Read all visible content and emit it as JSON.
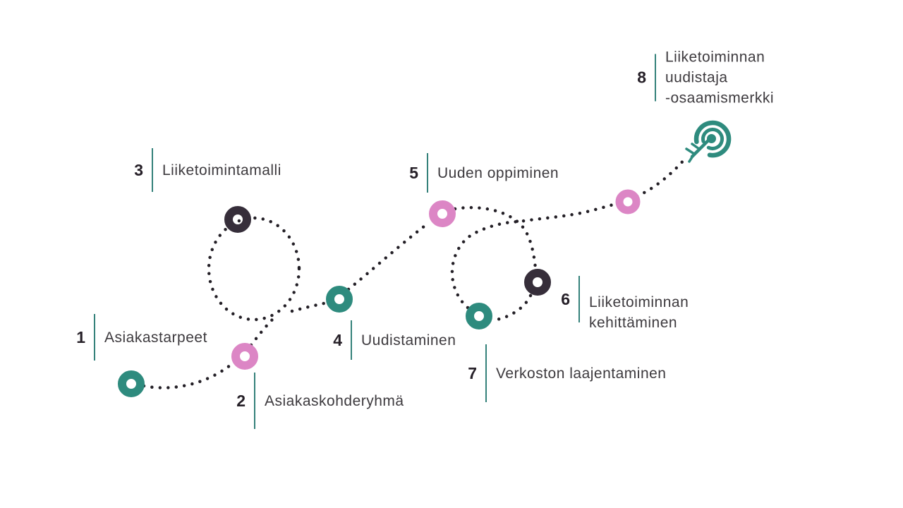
{
  "diagram": {
    "title_hint": "journey-path-diagram",
    "steps": [
      {
        "num": "1",
        "lines": [
          "Asiakastarpeet"
        ]
      },
      {
        "num": "2",
        "lines": [
          "Asiakaskohderyhmä"
        ]
      },
      {
        "num": "3",
        "lines": [
          "Liiketoimintamalli"
        ]
      },
      {
        "num": "4",
        "lines": [
          "Uudistaminen"
        ]
      },
      {
        "num": "5",
        "lines": [
          "Uuden oppiminen"
        ]
      },
      {
        "num": "6",
        "lines": [
          "Liiketoiminnan",
          "kehittäminen"
        ]
      },
      {
        "num": "7",
        "lines": [
          "Verkoston laajentaminen"
        ]
      },
      {
        "num": "8",
        "lines": [
          "Liiketoiminnan",
          "uudistaja",
          "-osaamismerkki"
        ]
      }
    ],
    "markers": [
      {
        "step": "1",
        "color_name": "teal"
      },
      {
        "step": "2",
        "color_name": "pink"
      },
      {
        "step": "3",
        "color_name": "dark"
      },
      {
        "step": "4",
        "color_name": "teal"
      },
      {
        "step": "5",
        "color_name": "pink"
      },
      {
        "step": "6",
        "color_name": "dark"
      },
      {
        "step": "7",
        "color_name": "teal"
      },
      {
        "step": "8",
        "color_name": "pink"
      }
    ],
    "icons": {
      "goal": "target-arrow-icon"
    },
    "colors": {
      "teal": "#2E8B7E",
      "pink": "#DC86C5",
      "dark": "#362E3A",
      "dot": "#231F26",
      "divider": "#34817A",
      "text": "#3D3A3E"
    }
  }
}
